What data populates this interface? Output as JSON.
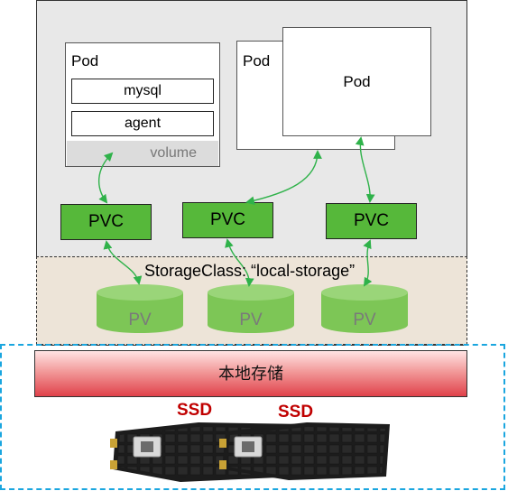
{
  "node": {
    "pods": [
      {
        "label": "Pod",
        "containers": [
          "mysql",
          "agent"
        ],
        "volume": "volume"
      },
      {
        "label": "Pod"
      },
      {
        "label": "Pod"
      }
    ]
  },
  "pvcs": [
    "PVC",
    "PVC",
    "PVC"
  ],
  "storage_class": {
    "label": "StorageClass: “local-storage”"
  },
  "pvs": [
    "PV",
    "PV",
    "PV"
  ],
  "local_storage": {
    "label": "本地存储"
  },
  "ssds": [
    "SSD",
    "SSD"
  ],
  "colors": {
    "pvc_fill": "#56b83a",
    "pv_fill": "#7dc656",
    "arrow": "#2fb24a",
    "local_storage_top": "#ffe3e3",
    "local_storage_bottom": "#e0414a",
    "ssd_label": "#c00000",
    "outer_dash": "#1aa6df"
  }
}
